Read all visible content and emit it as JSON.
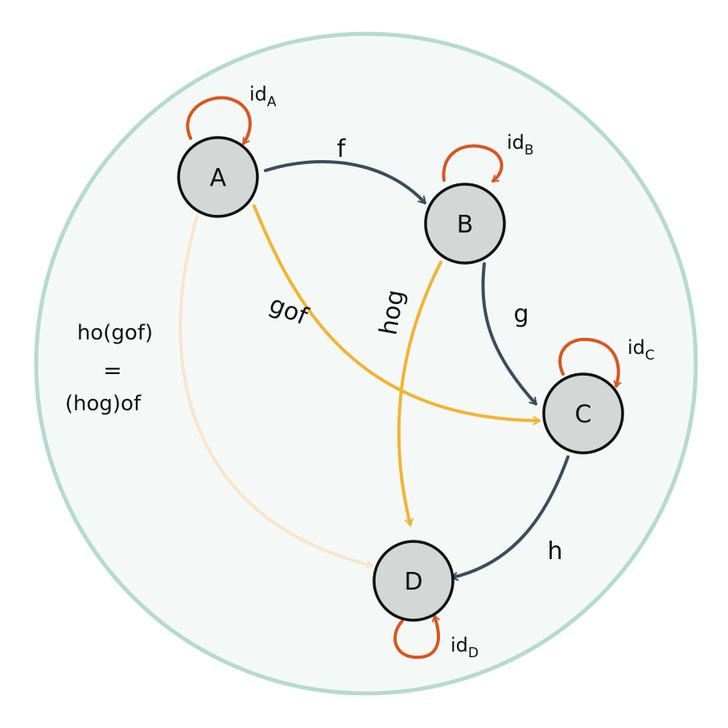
{
  "nodes": {
    "A": {
      "label": "A"
    },
    "B": {
      "label": "B"
    },
    "C": {
      "label": "C"
    },
    "D": {
      "label": "D"
    }
  },
  "edges": {
    "f": "f",
    "g": "g",
    "h": "h",
    "gof": "gof",
    "hog": "hog"
  },
  "identities": {
    "A": {
      "base": "id",
      "sub": "A"
    },
    "B": {
      "base": "id",
      "sub": "B"
    },
    "C": {
      "base": "id",
      "sub": "C"
    },
    "D": {
      "base": "id",
      "sub": "D"
    }
  },
  "associativity": {
    "line1": "ho(gof)",
    "equals": "=",
    "line2": "(hog)of"
  },
  "colors": {
    "background_circle_fill": "#f4f8f7",
    "background_circle_stroke": "#b5dbcd",
    "node_fill": "#d3d8d6",
    "node_stroke": "#111111",
    "morphism": "#3a4d5e",
    "composite": "#f1b433",
    "composite_faded": "#fbe4c9",
    "identity": "#d9561e"
  }
}
